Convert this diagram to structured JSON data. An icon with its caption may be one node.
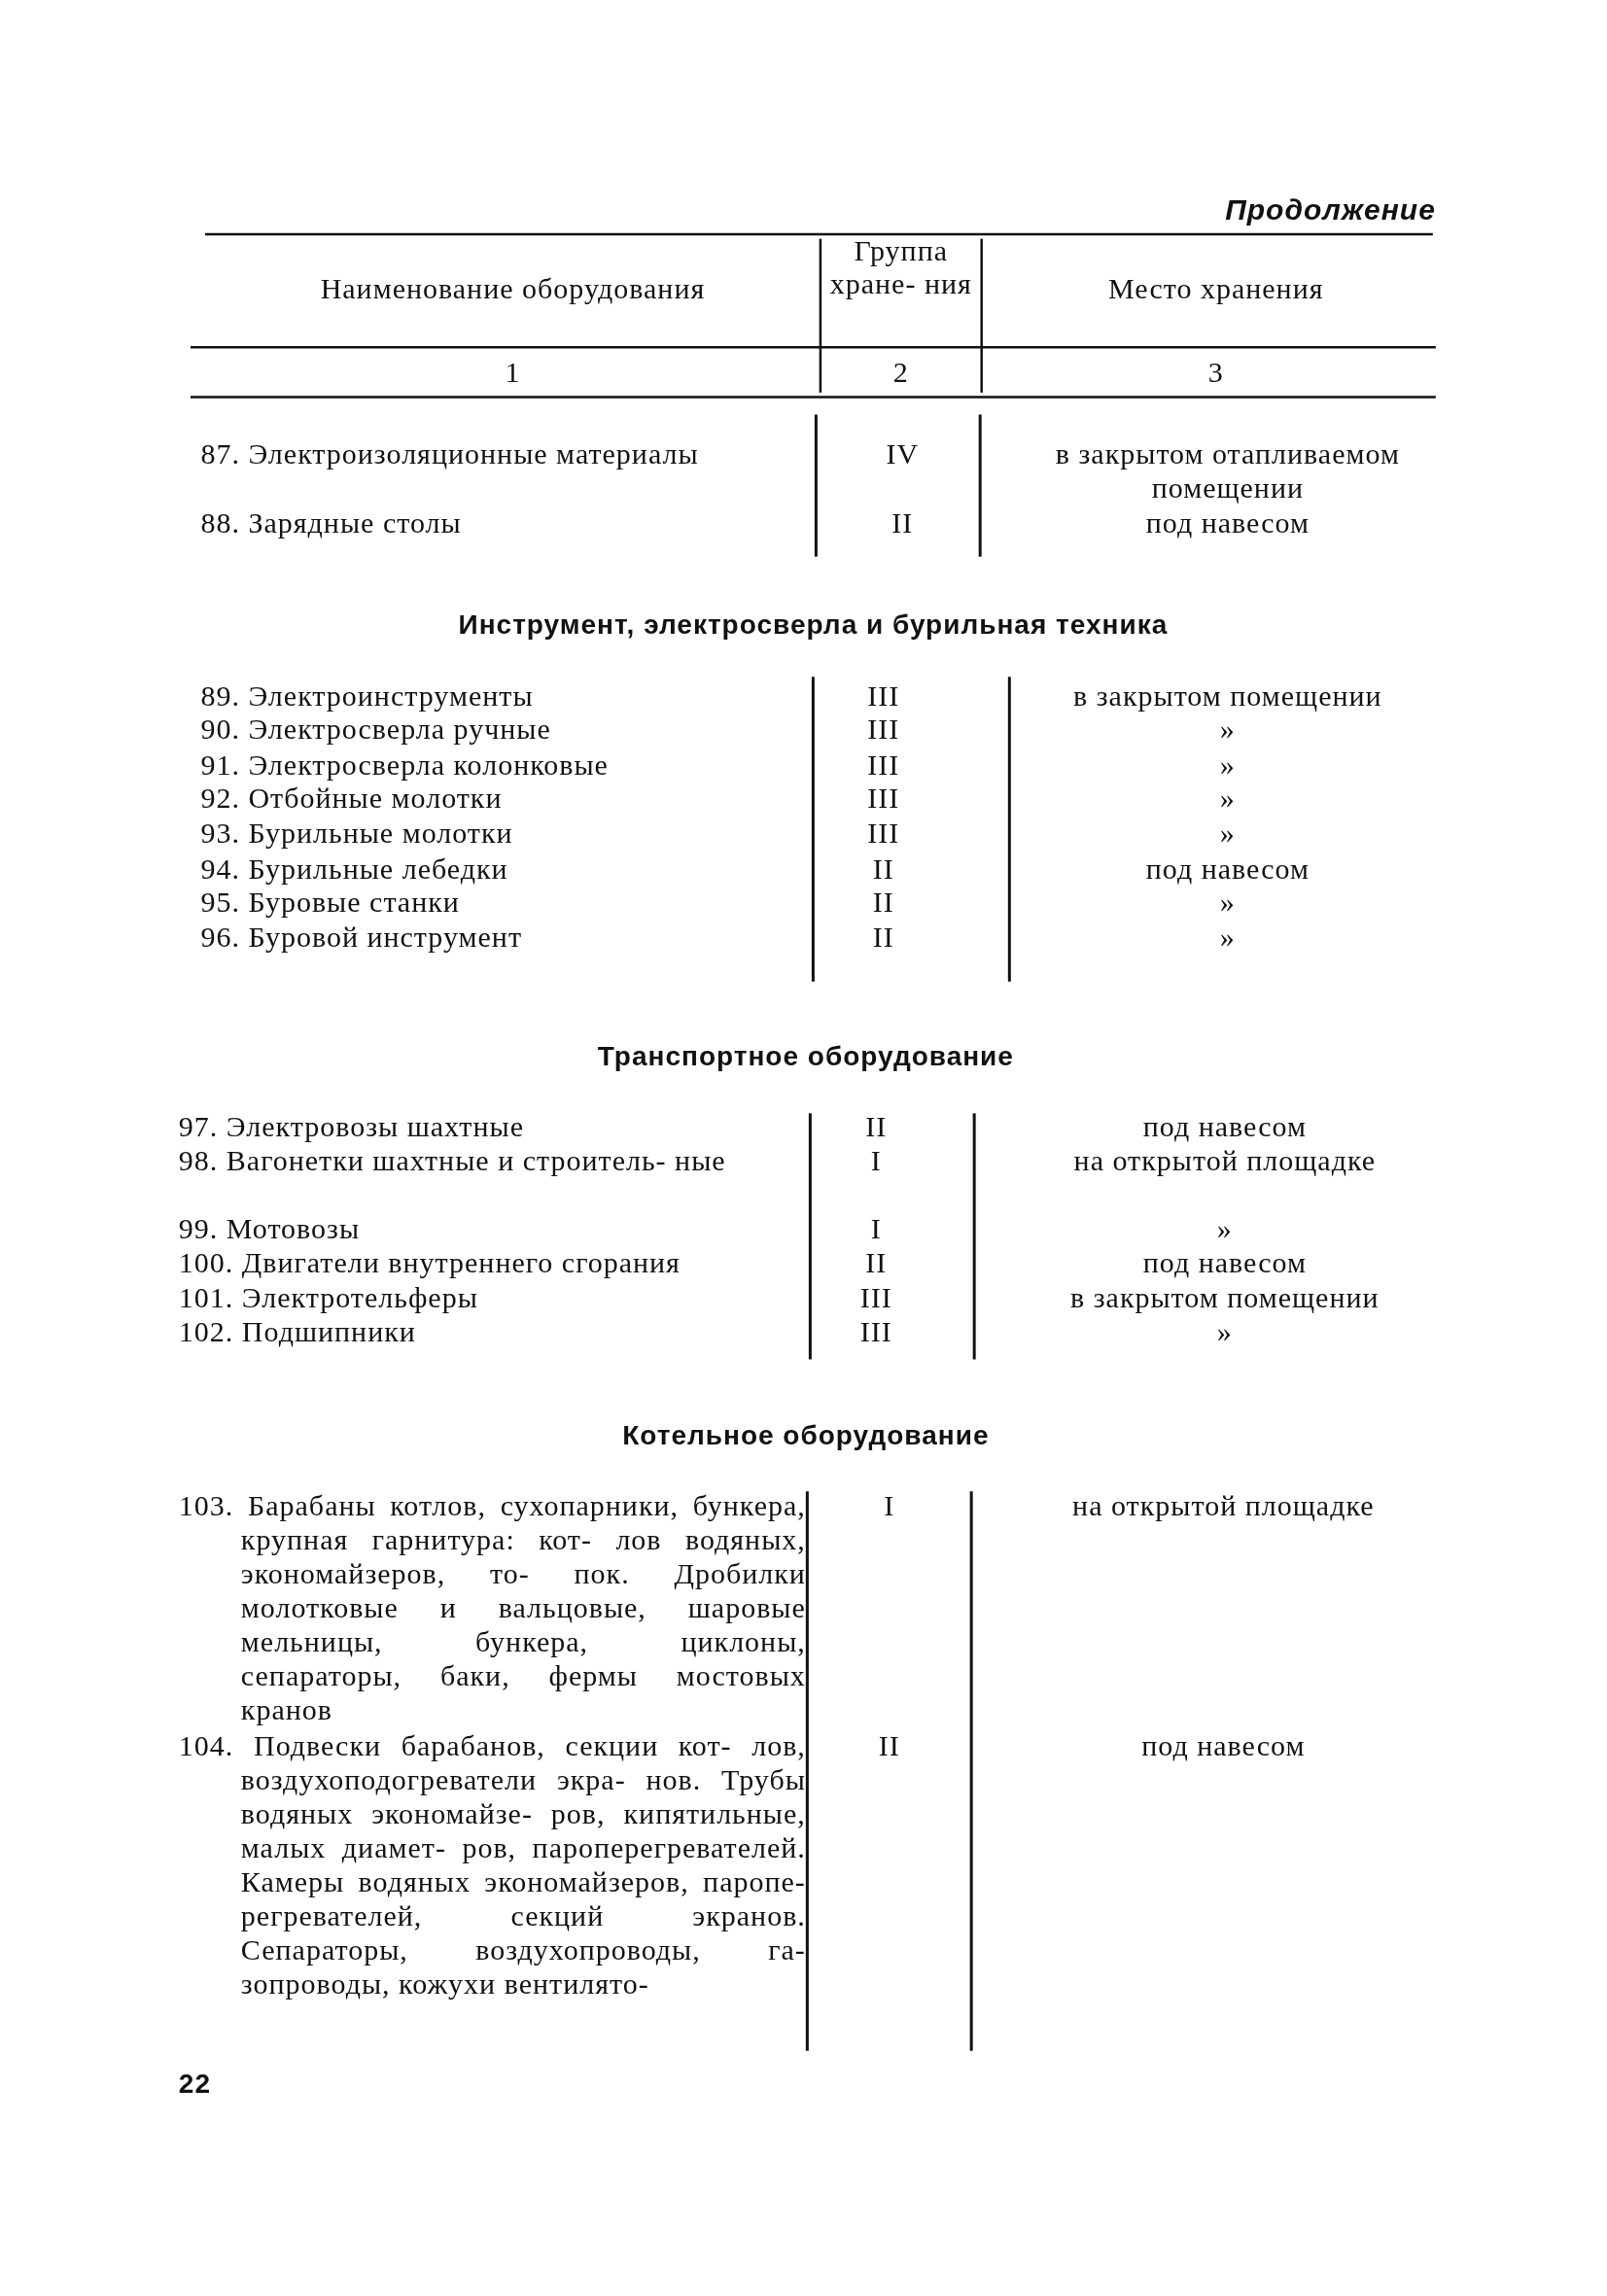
{
  "diagram": {
    "labels": [
      "Продолжение",
      "Наименование оборудования",
      "Группа хране- ния",
      "Место хранения",
      "1",
      "2",
      "3",
      "87. Электроизоляционные материалы",
      "IV",
      "в закрытом отапливаемом помещении",
      "88. Зарядные столы",
      "II",
      "под навесом",
      "Инструмент, электросверла и бурильная техника",
      "89. Электроинструменты",
      "III",
      "в закрытом помещении",
      "90. Электросверла ручные",
      "III",
      "»",
      "91. Электросверла колонковые",
      "III",
      "»",
      "92. Отбойные молотки",
      "III",
      "»",
      "93. Бурильные молотки",
      "III",
      "»",
      "94. Бурильные лебедки",
      "II",
      "под навесом",
      "95. Буровые станки",
      "II",
      "»",
      "96. Буровой инструмент",
      "II",
      "»",
      "Транспортное оборудование",
      "97. Электровозы шахтные",
      "II",
      "под навесом",
      "98. Вагонетки шахтные и строитель- ные",
      "I",
      "на открытой площадке",
      "99. Мотовозы",
      "I",
      "»",
      "100. Двигатели внутреннего сгорания",
      "II",
      "под навесом",
      "101. Электротельферы",
      "III",
      "в закрытом помещении",
      "102. Подшипники",
      "III",
      "»",
      "Котельное оборудование",
      "103. Барабаны котлов, сухопарники, бункера, крупная гарнитура: кот- лов водяных, экономайзеров, то- пок. Дробилки молотковые и вальцовые, шаровые мельницы, бункера, циклоны, сепараторы, баки, фермы мостовых кранов",
      "I",
      "на открытой площадке",
      "104. Подвески барабанов, секции кот- лов, воздухоподогреватели экра- нов. Трубы водяных экономайзе- ров, кипятильные, малых диамет- ров, пароперегревателей. Камеры водяных экономайзеров, паропе- регревателей, секций экранов. Сепараторы, воздухопроводы, га- зопроводы, кожухи вентилято-",
      "II",
      "под навесом",
      "22"
    ]
  }
}
